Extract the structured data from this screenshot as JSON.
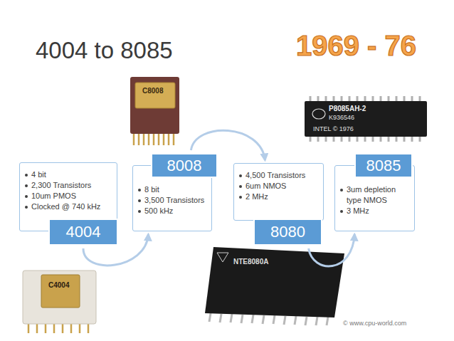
{
  "diagram": {
    "title": "4004 to 8085",
    "nodes": [
      {
        "text": [
          "4 bit",
          "2,300 Transistors",
          "10um PMOS",
          "Clocked @ 740 kHz"
        ]
      },
      {
        "text": [
          "4004"
        ]
      },
      {
        "text": [
          "8008"
        ]
      },
      {
        "text": [
          "8 bit",
          "3,500 Transistors",
          "500 kHz"
        ]
      },
      {
        "text": [
          "4,500 Transistors",
          "6um NMOS",
          "2 MHz"
        ]
      },
      {
        "text": [
          "8080"
        ]
      },
      {
        "text": [
          "8085"
        ]
      },
      {
        "text": [
          "3um depletion type NMOS",
          "3 MHz"
        ]
      }
    ],
    "edges": [
      {
        "from": 1,
        "to": 3,
        "arrow": "to"
      },
      {
        "from": 2,
        "to": 4,
        "arrow": "to"
      },
      {
        "from": 5,
        "to": 7,
        "arrow": "to"
      }
    ],
    "labels": [
      "1969 - 76",
      "C8008",
      "P8085AH-2",
      "K936546",
      "INTEL © 1976",
      "C4004",
      "NTE8080A",
      "© www.cpu-world.com"
    ]
  }
}
